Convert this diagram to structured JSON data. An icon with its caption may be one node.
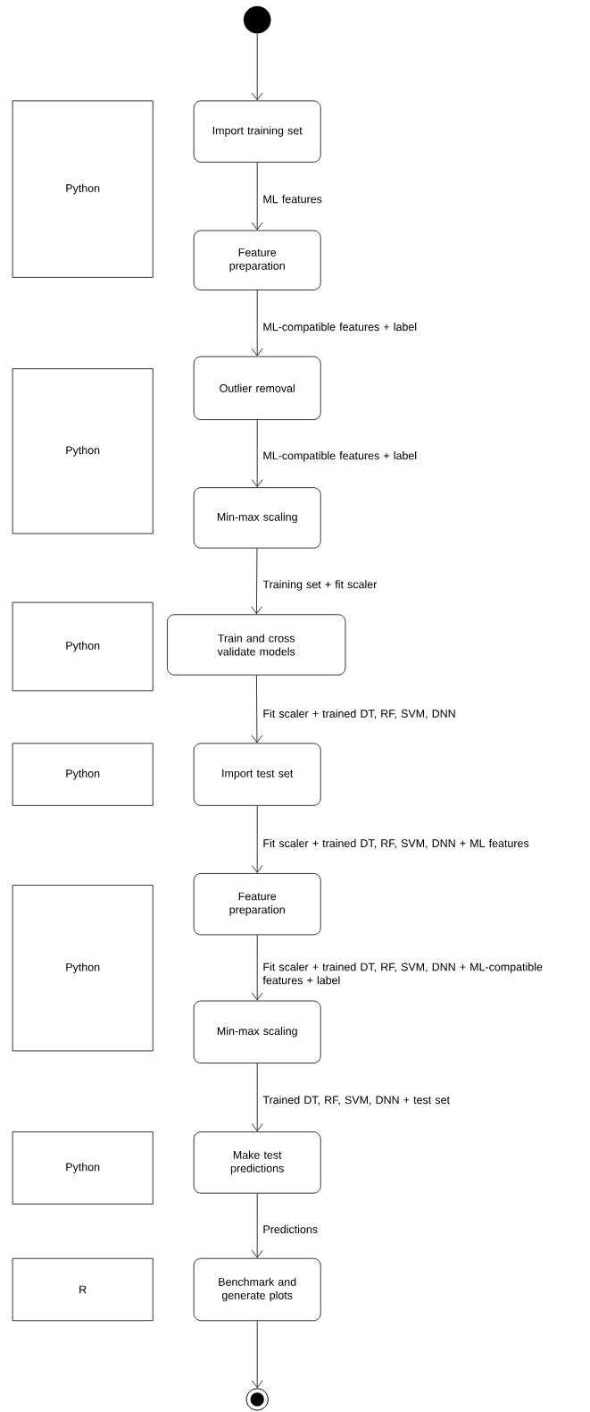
{
  "diagram": {
    "nodes": [
      {
        "text": [],
        "shape": "circle"
      },
      {
        "text": [
          "Import training set"
        ]
      },
      {
        "text": [
          "Feature preparation"
        ]
      },
      {
        "text": [
          "Outlier removal"
        ]
      },
      {
        "text": [
          "Min-max scaling"
        ]
      },
      {
        "text": [
          "Train and cross validate models"
        ]
      },
      {
        "text": [
          "Import test set"
        ]
      },
      {
        "text": [
          "Feature preparation"
        ]
      },
      {
        "text": [
          "Min-max scaling"
        ]
      },
      {
        "text": [
          "Make test predictions"
        ]
      },
      {
        "text": [
          "Benchmark and generate plots"
        ]
      },
      {
        "text": [],
        "shape": "circle"
      },
      {
        "text": [
          "Python"
        ]
      },
      {
        "text": [
          "Python"
        ]
      },
      {
        "text": [
          "Python"
        ]
      },
      {
        "text": [
          "Python"
        ]
      },
      {
        "text": [
          "Python"
        ]
      },
      {
        "text": [
          "Python"
        ]
      },
      {
        "text": [
          "R"
        ]
      }
    ],
    "edges": [
      {
        "from": 0,
        "to": 1,
        "arrow": "to"
      },
      {
        "from": 1,
        "to": 2,
        "arrow": "to",
        "label": "ML features"
      },
      {
        "from": 2,
        "to": 3,
        "arrow": "to",
        "label": "ML-compatible features + label"
      },
      {
        "from": 3,
        "to": 4,
        "arrow": "to",
        "label": "ML-compatible features + label"
      },
      {
        "from": 4,
        "to": 5,
        "arrow": "to",
        "label": "Training set + fit scaler"
      },
      {
        "from": 5,
        "to": 6,
        "arrow": "to",
        "label": "Fit scaler + trained DT, RF, SVM, DNN"
      },
      {
        "from": 6,
        "to": 7,
        "arrow": "to",
        "label": "Fit scaler + trained DT, RF, SVM, DNN + ML features"
      },
      {
        "from": 7,
        "to": 8,
        "arrow": "to",
        "label": "Fit scaler + trained DT, RF, SVM, DNN + ML-compatible features + label"
      },
      {
        "from": 8,
        "to": 9,
        "arrow": "to",
        "label": "Trained DT, RF, SVM, DNN + test set"
      },
      {
        "from": 9,
        "to": 10,
        "arrow": "to",
        "label": "Predictions"
      },
      {
        "from": 10,
        "to": 11,
        "arrow": "to"
      }
    ]
  }
}
